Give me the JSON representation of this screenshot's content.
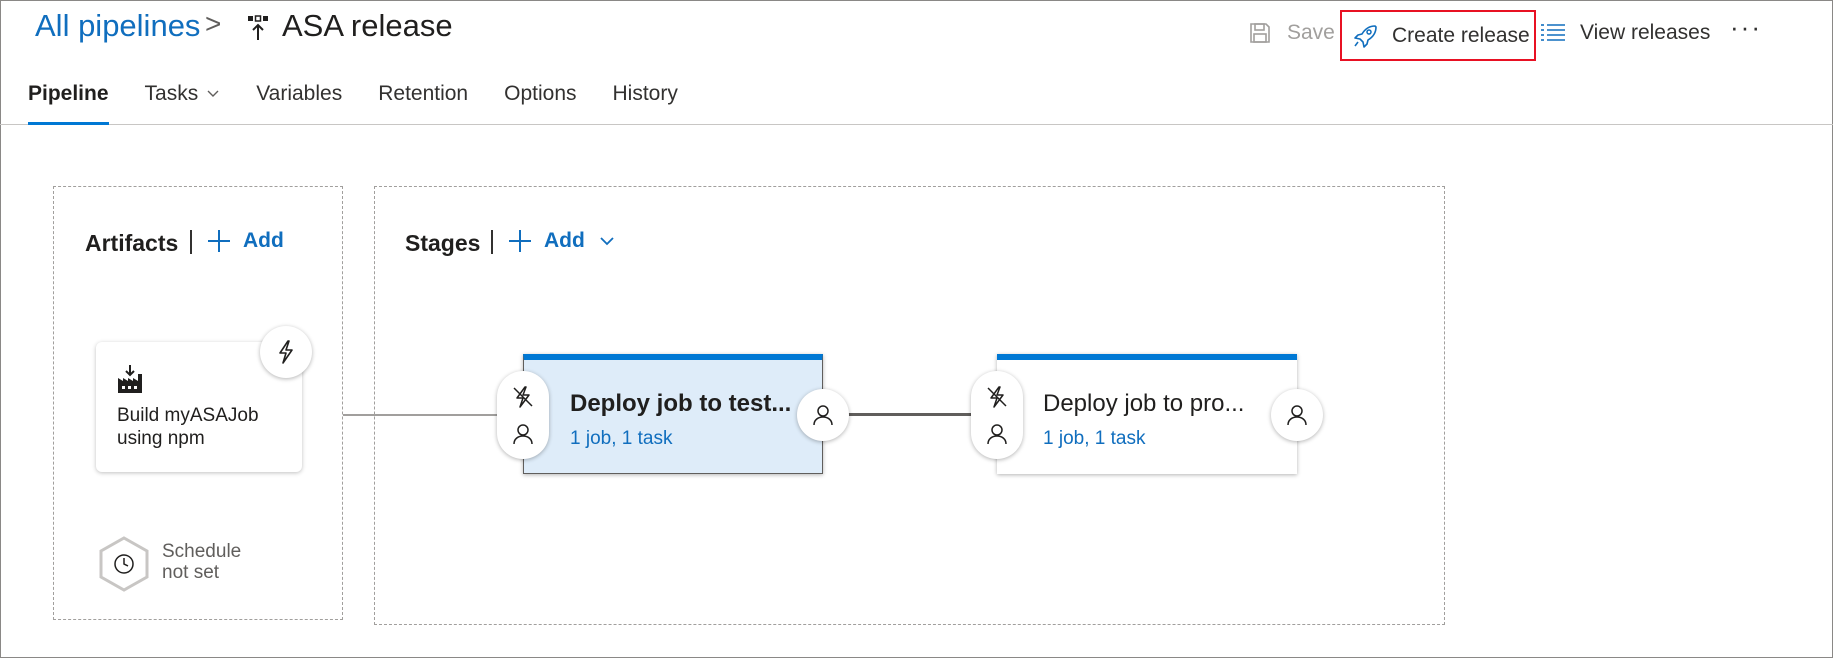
{
  "header": {
    "breadcrumb_root": "All pipelines",
    "breadcrumb_separator": ">",
    "title": "ASA release"
  },
  "commands": {
    "save": "Save",
    "create_release": "Create release",
    "view_releases": "View releases",
    "more": "···"
  },
  "tabs": [
    {
      "label": "Pipeline",
      "active": true
    },
    {
      "label": "Tasks",
      "has_dropdown": true
    },
    {
      "label": "Variables"
    },
    {
      "label": "Retention"
    },
    {
      "label": "Options"
    },
    {
      "label": "History"
    }
  ],
  "artifacts": {
    "title": "Artifacts",
    "add_label": "Add",
    "items": [
      {
        "line1": "Build myASAJob",
        "line2": "using npm",
        "icon": "build-icon"
      }
    ],
    "schedule_line1": "Schedule",
    "schedule_line2": "not set"
  },
  "stages": {
    "title": "Stages",
    "add_label": "Add",
    "items": [
      {
        "name": "Deploy job to test...",
        "summary": "1 job, 1 task",
        "selected": true
      },
      {
        "name": "Deploy job to pro...",
        "summary": "1 job, 1 task",
        "selected": false
      }
    ]
  },
  "colors": {
    "accent": "#0078d4",
    "link": "#106ebe",
    "selected_stage_bg": "#deecf9",
    "highlight_border": "#e81123"
  }
}
